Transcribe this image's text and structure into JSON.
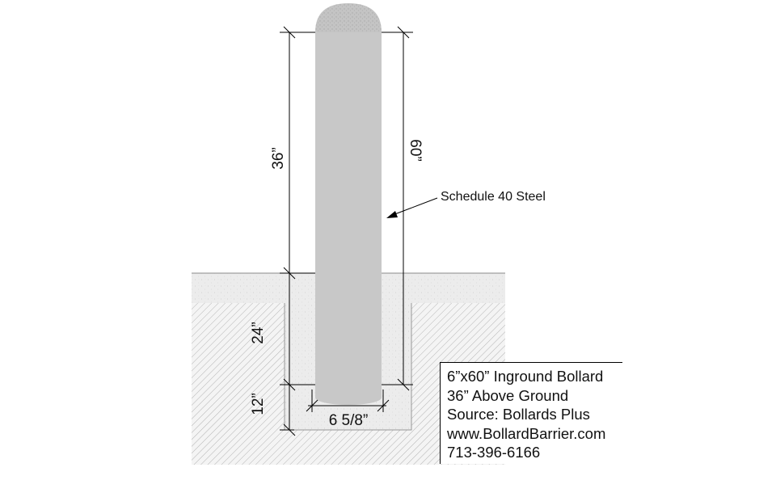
{
  "dimensions": {
    "above_ground": "36”",
    "total_length": "60”",
    "embed_depth": "24”",
    "footing_extra": "12”",
    "hole_width": "6 5/8”"
  },
  "callout": {
    "material": "Schedule 40 Steel"
  },
  "info_box": {
    "lines": [
      "6”x60” Inground Bollard",
      "36” Above Ground",
      "Source: Bollards Plus",
      "www.BollardBarrier.com",
      "713-396-6166"
    ]
  },
  "colors": {
    "pipe": "#c8c8c8",
    "cap": "#bdbdbd",
    "concrete": "#ececec",
    "soil_hatch": "#b8b8b8",
    "line": "#000000"
  }
}
